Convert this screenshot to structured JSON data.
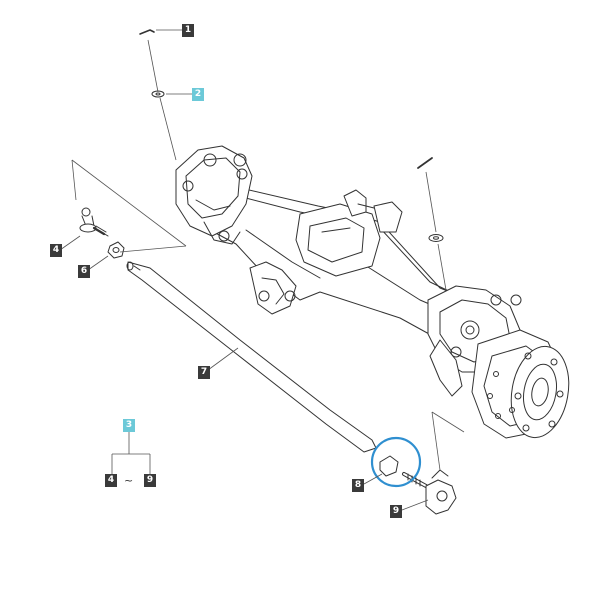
{
  "callouts": [
    {
      "id": "c1",
      "label": "1",
      "style": "dark"
    },
    {
      "id": "c2",
      "label": "2",
      "style": "cyan"
    },
    {
      "id": "c3",
      "label": "3",
      "style": "cyan"
    },
    {
      "id": "c4a",
      "label": "4",
      "style": "dark"
    },
    {
      "id": "c6",
      "label": "6",
      "style": "dark"
    },
    {
      "id": "c7",
      "label": "7",
      "style": "dark"
    },
    {
      "id": "c8",
      "label": "8",
      "style": "dark"
    },
    {
      "id": "c9a",
      "label": "9",
      "style": "dark"
    },
    {
      "id": "c4b",
      "label": "4",
      "style": "dark"
    },
    {
      "id": "c9b",
      "label": "9",
      "style": "dark"
    }
  ],
  "range_separator": "~",
  "colors": {
    "line": "#333333",
    "leader": "#555555",
    "dark_tag": "#3a3a3a",
    "cyan_tag": "#6cc9d8",
    "highlight": "#2f8fd0"
  }
}
